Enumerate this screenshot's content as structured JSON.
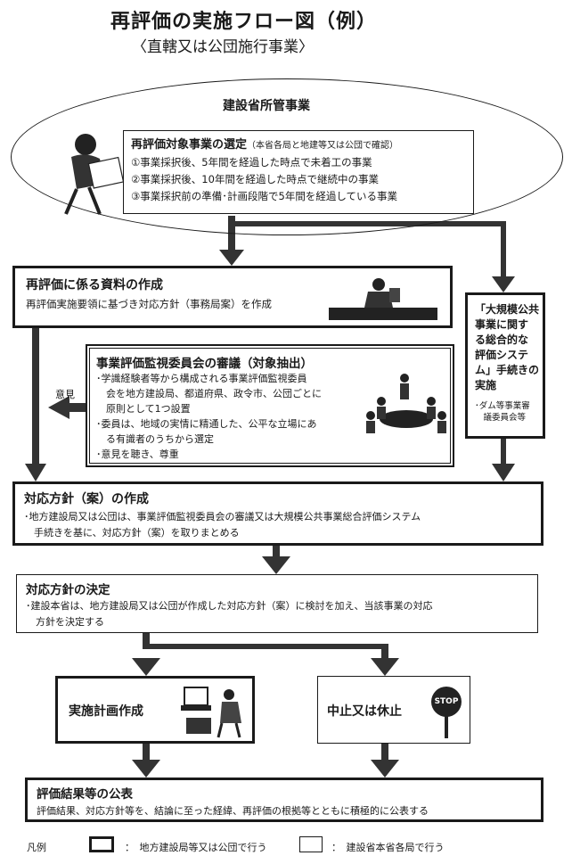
{
  "header": {
    "title": "再評価の実施フロー図（例）",
    "subtitle": "〈直轄又は公団施行事業〉"
  },
  "ellipse": {
    "label": "建設省所管事業"
  },
  "selection": {
    "title": "再評価対象事業の選定",
    "note": "（本省各局と地建等又は公団で確認）",
    "items": [
      "①事業採択後、5年間を経過した時点で未着工の事業",
      "②事業採択後、10年間を経過した時点で継続中の事業",
      "③事業採択前の準備･計画段階で5年間を経過している事業"
    ]
  },
  "materials": {
    "title": "再評価に係る資料の作成",
    "body": "再評価実施要領に基づき対応方針（事務局案）を作成"
  },
  "committee": {
    "title": "事業評価監視委員会の審議（対象抽出）",
    "lines": [
      "･学識経験者等から構成される事業評価監視委員",
      "　会を地方建設局、都道府県、政令市、公団ごとに",
      "　原則として1つ設置",
      "･委員は、地域の実情に精通した、公平な立場にあ",
      "　る有識者のうちから選定",
      "･意見を聴き、尊重"
    ],
    "opinion_label": "意見"
  },
  "large_scale": {
    "lines": [
      "「大規模公共",
      "事業に関す",
      "る総合的な",
      "評価システ",
      "ム」手続きの",
      "実施"
    ],
    "note_lines": [
      "･ダム等事業審",
      "　議委員会等"
    ]
  },
  "policy_draft": {
    "title": "対応方針（案）の作成",
    "lines": [
      "･地方建設局又は公団は、事業評価監視委員会の審議又は大規模公共事業総合評価システム",
      "　手続きを基に、対応方針（案）を取りまとめる"
    ]
  },
  "policy_decision": {
    "title": "対応方針の決定",
    "lines": [
      "･建設本省は、地方建設局又は公団が作成した対応方針（案）に検討を加え、当該事業の対応",
      "　方針を決定する"
    ]
  },
  "implementation": {
    "label": "実施計画作成"
  },
  "suspension": {
    "label": "中止又は休止",
    "sign_text": "STOP"
  },
  "publication": {
    "title": "評価結果等の公表",
    "body": "評価結果、対応方針等を、結論に至った経緯、再評価の根拠等とともに積極的に公表する"
  },
  "legend": {
    "label": "凡例",
    "thick_desc": "：　地方建設局等又は公団で行う",
    "thin_desc": "：　建設省本省各局で行う"
  }
}
